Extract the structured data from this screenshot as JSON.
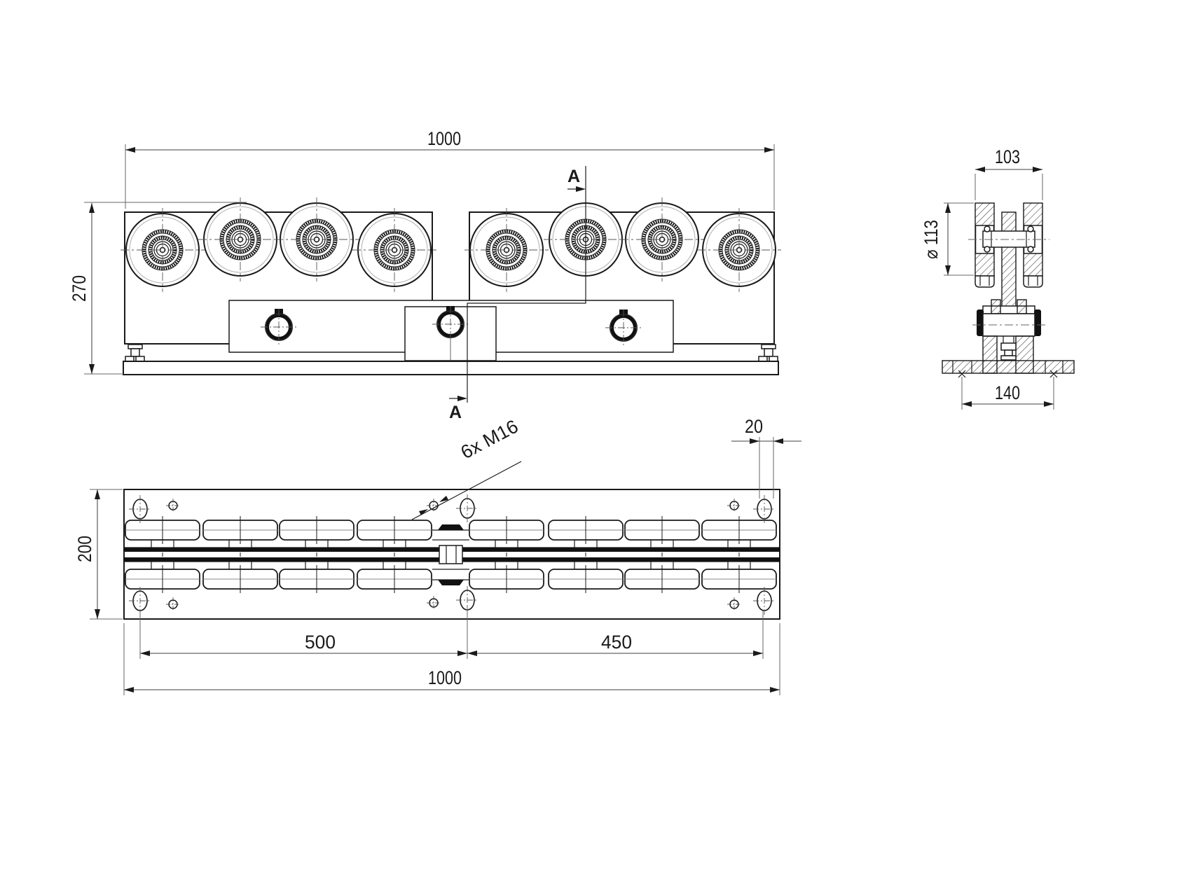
{
  "drawing": {
    "front_view": {
      "dim_width": "1000",
      "dim_height": "270",
      "section_label": "A"
    },
    "side_view": {
      "dim_width": "103",
      "dim_diameter": "⌀ 113",
      "dim_base_width": "140"
    },
    "top_view": {
      "dim_depth": "200",
      "dim_left_span": "500",
      "dim_right_span": "450",
      "dim_total_length": "1000",
      "dim_slot_width": "20",
      "thread_note": "6x M16"
    },
    "colors": {
      "line": "#1a1a1a",
      "dim_line": "#666666",
      "background": "#ffffff"
    }
  }
}
